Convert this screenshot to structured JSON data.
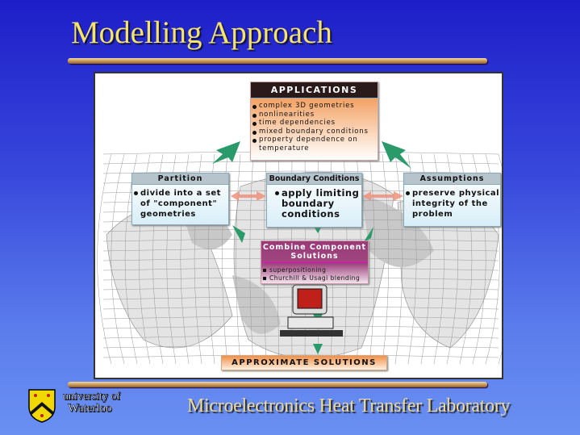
{
  "title": "Modelling Approach",
  "applications": {
    "header": "APPLICATIONS",
    "items": [
      "complex 3D geometries",
      "nonlinearities",
      "time dependencies",
      "mixed boundary conditions",
      "property dependence on temperature"
    ]
  },
  "partition": {
    "header": "Partition",
    "items": [
      "divide into a set of \"component\" geometries"
    ]
  },
  "boundary": {
    "header": "Boundary Conditions",
    "items": [
      "apply limiting boundary conditions"
    ]
  },
  "assumptions": {
    "header": "Assumptions",
    "items": [
      "preserve physical integrity of the problem"
    ]
  },
  "combine": {
    "header": "Combine Component Solutions",
    "items": [
      "superpositioning",
      "Churchill & Usagi blending"
    ]
  },
  "approximate": "APPROXIMATE SOLUTIONS",
  "footer": {
    "university_line1": "university of",
    "university_line2": "Waterloo",
    "lab": "Microelectronics Heat Transfer Laboratory"
  },
  "colors": {
    "title": "#f4e46a",
    "arrow_green": "#2a9a6a",
    "arrow_salmon": "#f0907a"
  }
}
